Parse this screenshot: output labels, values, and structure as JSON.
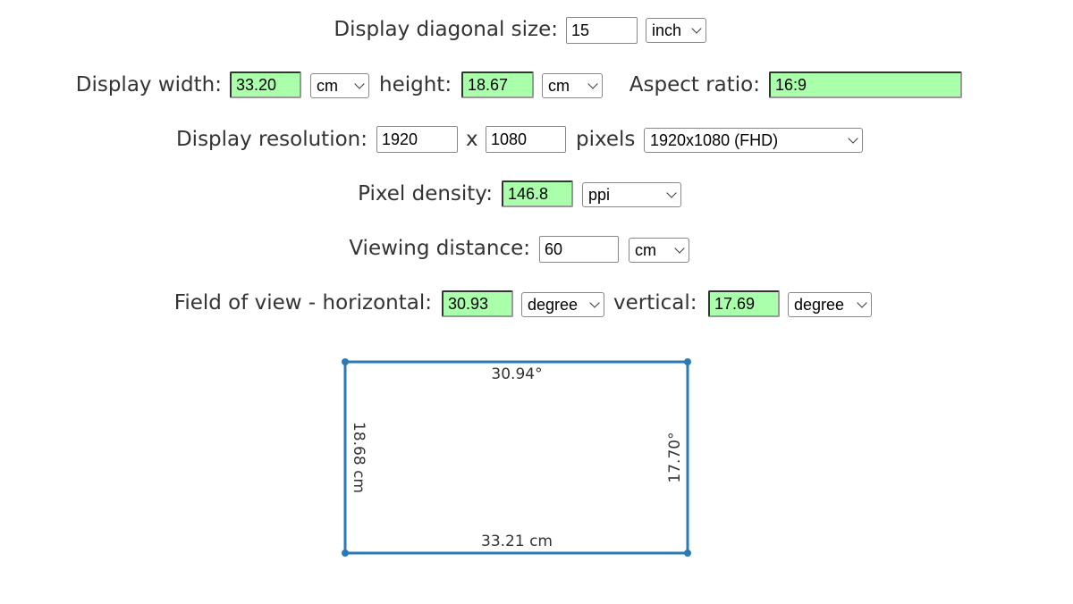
{
  "diagonal": {
    "label": "Display diagonal size:",
    "value": "15",
    "unit": "inch"
  },
  "width": {
    "label": "Display width:",
    "value": "33.20",
    "unit": "cm"
  },
  "height": {
    "label": "height:",
    "value": "18.67",
    "unit": "cm"
  },
  "aspect": {
    "label": "Aspect ratio:",
    "value": "16:9"
  },
  "resolution": {
    "label": "Display resolution:",
    "w": "1920",
    "x": "x",
    "h": "1080",
    "suffix": "pixels",
    "preset": "1920x1080 (FHD)"
  },
  "density": {
    "label": "Pixel density:",
    "value": "146.8",
    "unit": "ppi"
  },
  "distance": {
    "label": "Viewing distance:",
    "value": "60",
    "unit": "cm"
  },
  "fov": {
    "label": "Field of view - horizontal:",
    "h_value": "30.93",
    "h_unit": "degree",
    "v_label": "vertical:",
    "v_value": "17.69",
    "v_unit": "degree"
  },
  "diagram": {
    "top": "30.94°",
    "bottom": "33.21 cm",
    "left": "18.68 cm",
    "right": "17.70°",
    "color": "#2a7ab8"
  }
}
